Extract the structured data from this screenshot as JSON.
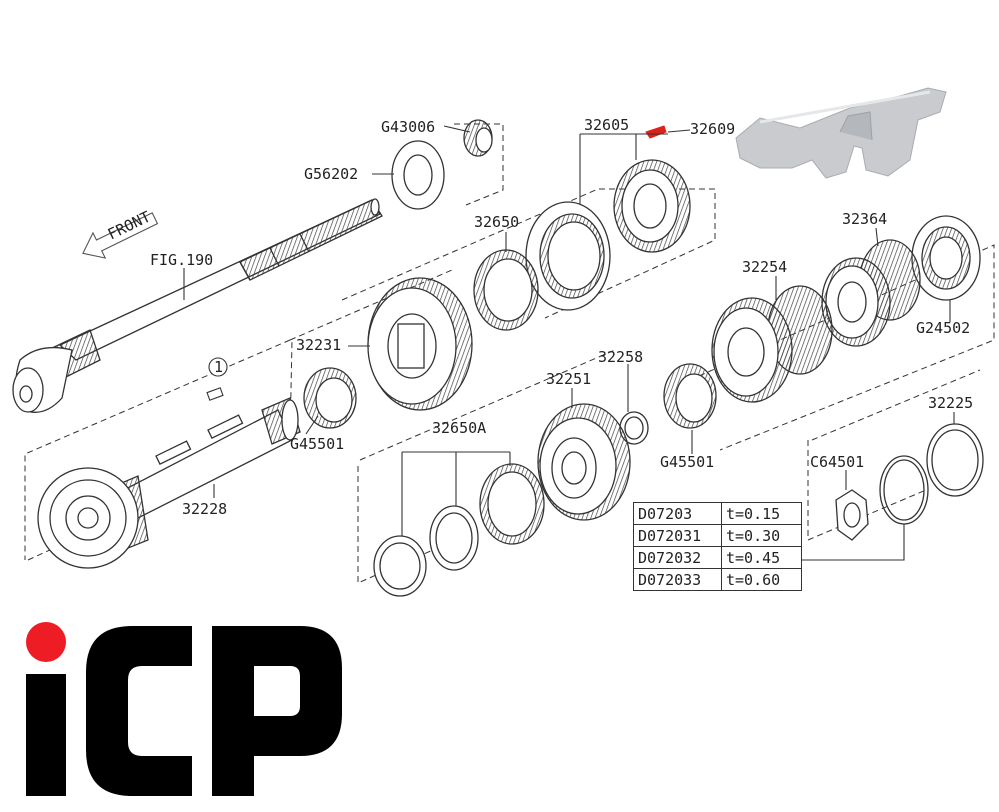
{
  "diagram": {
    "front_label": "FRONT",
    "fig_ref": "FIG.190",
    "circle_ref": "1",
    "parts": {
      "p_g43006": "G43006",
      "p_g56202": "G56202",
      "p_32605": "32605",
      "p_32609": "32609",
      "p_32650": "32650",
      "p_32231": "32231",
      "p_g45501_a": "G45501",
      "p_32364": "32364",
      "p_32254": "32254",
      "p_g24502": "G24502",
      "p_32258": "32258",
      "p_32251": "32251",
      "p_32650a": "32650A",
      "p_g45501_b": "G45501",
      "p_32228": "32228",
      "p_32225": "32225",
      "p_c64501": "C64501"
    },
    "shim_table": [
      {
        "part": "D07203",
        "thickness": "t=0.15"
      },
      {
        "part": "D072031",
        "thickness": "t=0.30"
      },
      {
        "part": "D072032",
        "thickness": "t=0.45"
      },
      {
        "part": "D072033",
        "thickness": "t=0.60"
      }
    ]
  },
  "colors": {
    "line": "#333333",
    "highlight": "#d9241c",
    "photo_part": "#c9cbce",
    "logo": "#000000",
    "logo_dot": "#ee1c25"
  }
}
